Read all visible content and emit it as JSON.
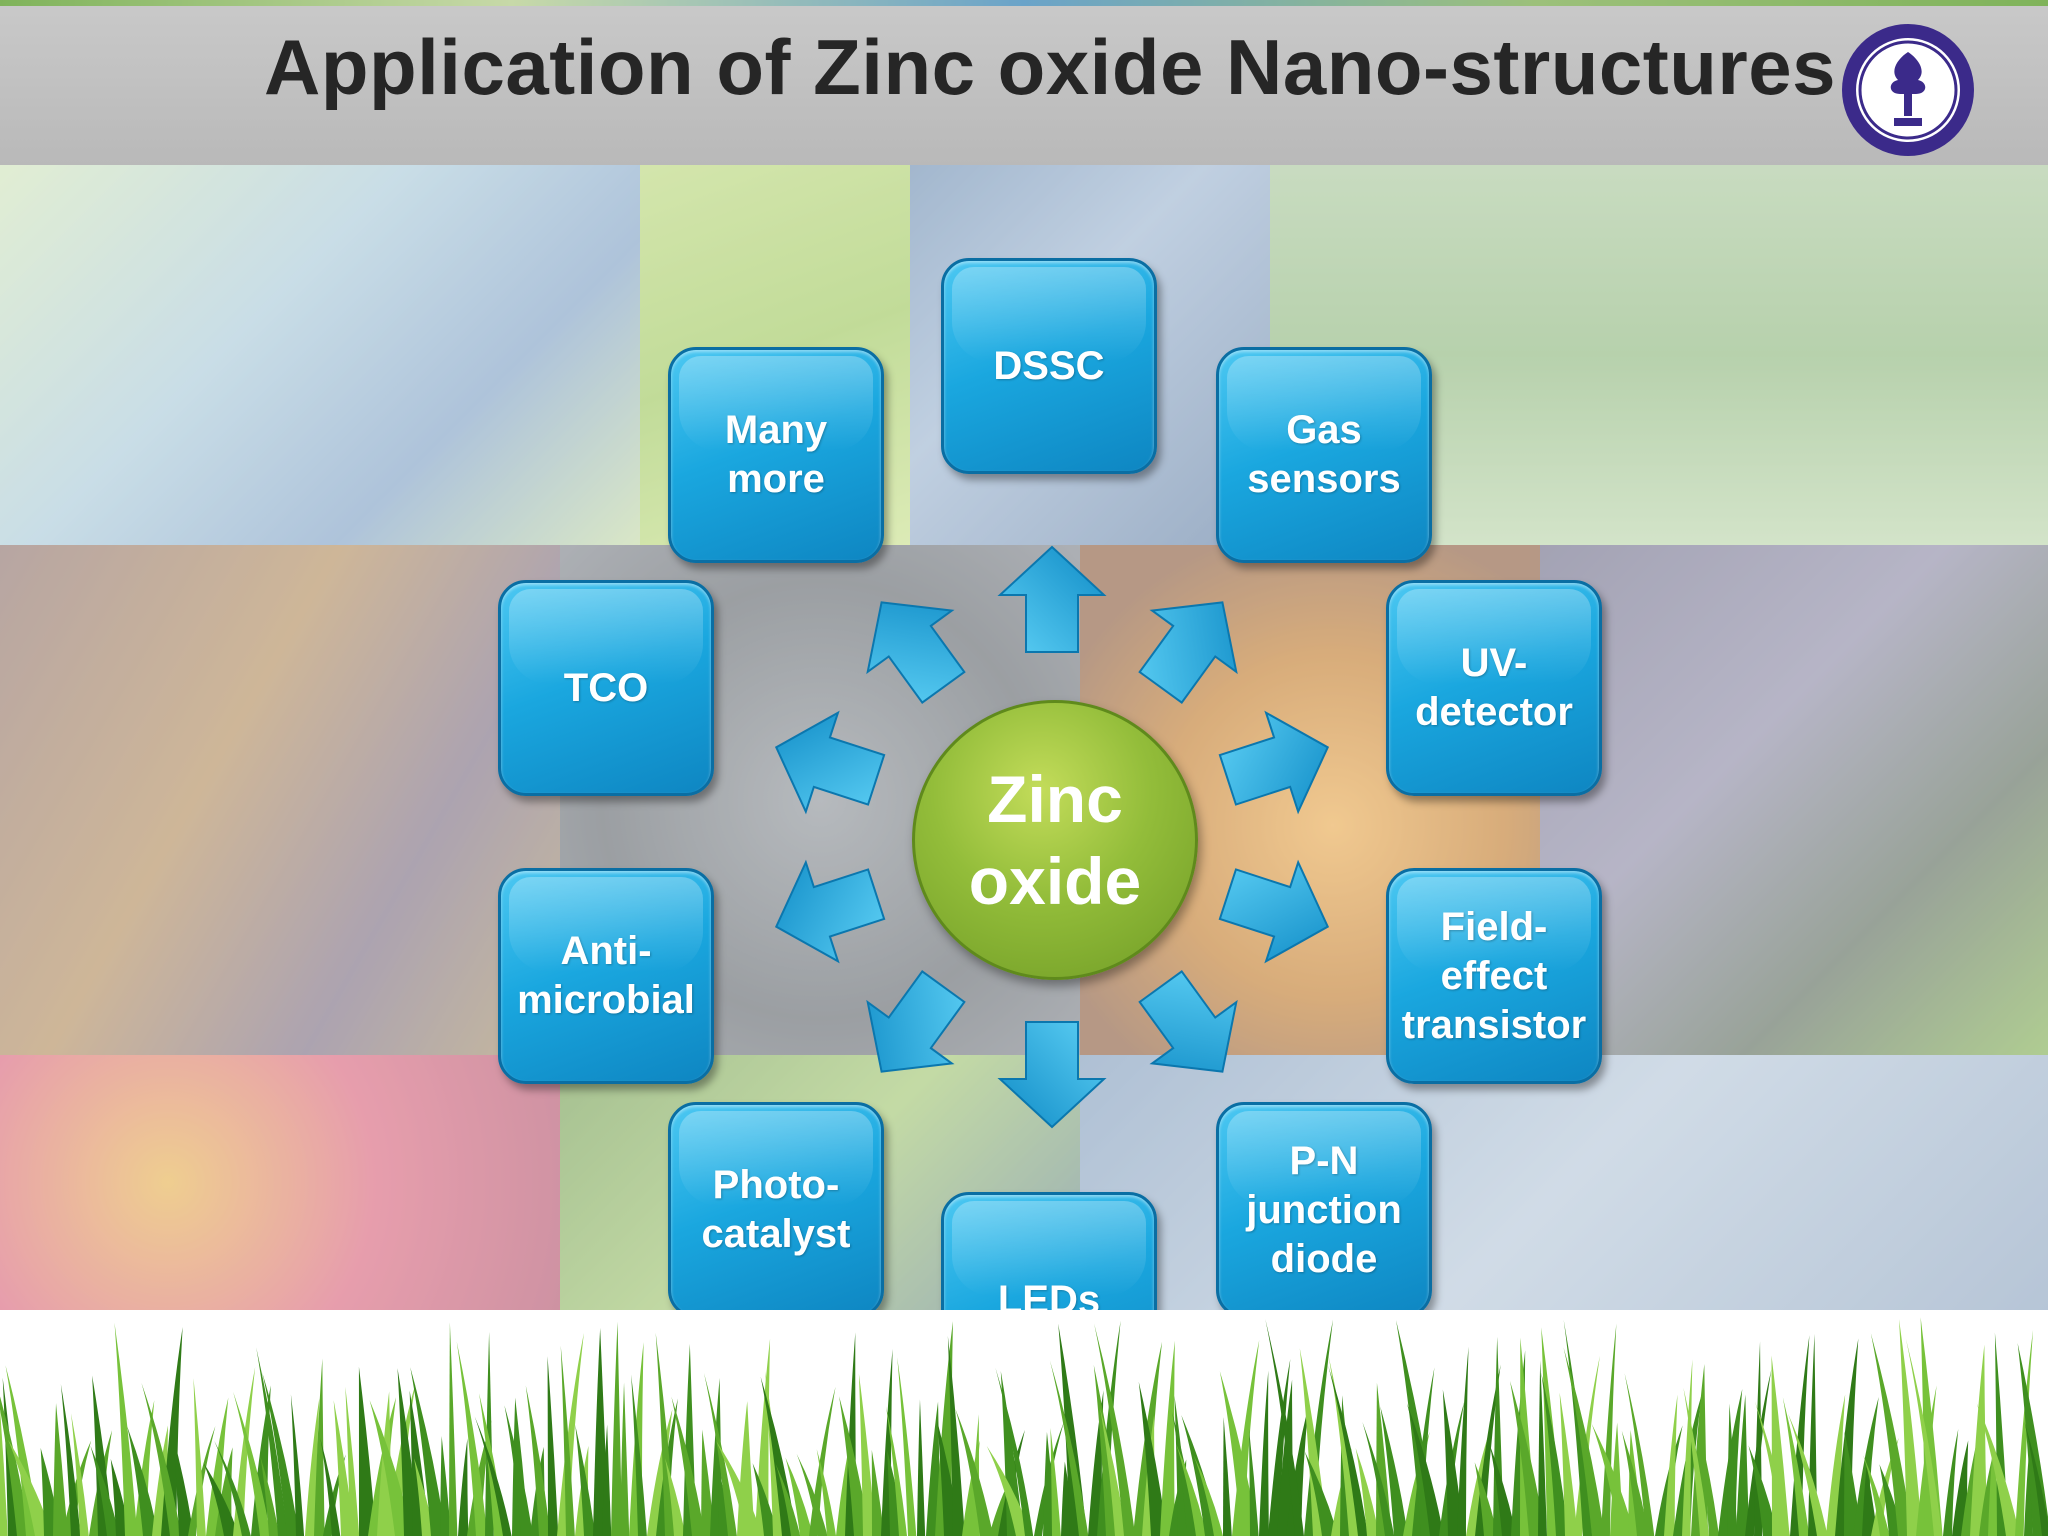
{
  "slide": {
    "title": "Application of Zinc oxide Nano-structures",
    "logo_alt": "IIT Kharagpur logo"
  },
  "colors": {
    "node_fill": "#1aa7df",
    "node_border": "#0a6ea3",
    "center_fill": "#93bd3a",
    "arrow_fill": "#1ea9dd",
    "title_bar": "#c0c0c0"
  },
  "diagram": {
    "center": "Zinc\noxide",
    "applications": [
      "DSSC",
      "Gas\nsensors",
      "UV-\ndetector",
      "Field-\neffect\ntransistor",
      "P-N\njunction\ndiode",
      "LEDs",
      "Photo-\ncatalyst",
      "Anti-\nmicrobial",
      "TCO",
      "Many\nmore"
    ]
  }
}
